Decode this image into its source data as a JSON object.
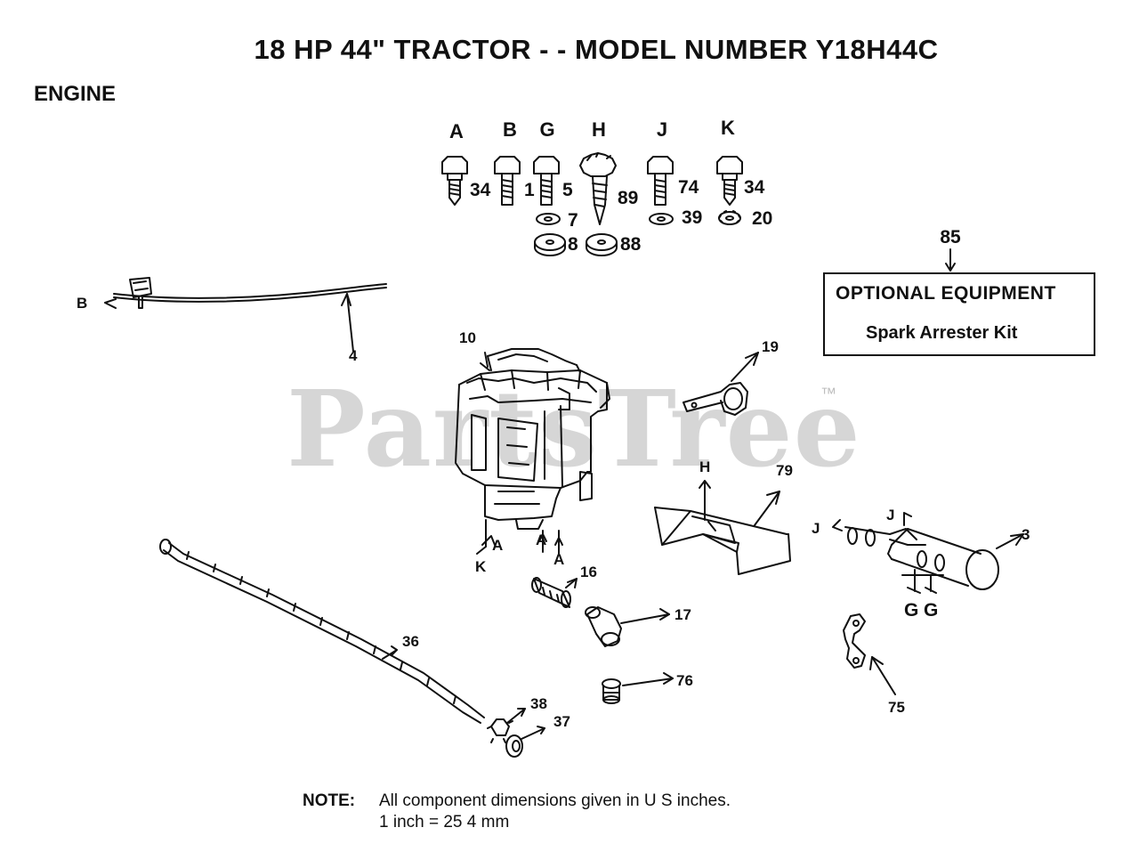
{
  "header": {
    "title": "18 HP 44\" TRACTOR - - MODEL NUMBER Y18H44C",
    "section": "ENGINE"
  },
  "watermark": {
    "text": "PartsTree",
    "tm": "™"
  },
  "optional_equipment": {
    "callout": "85",
    "title": "OPTIONAL EQUIPMENT",
    "item": "Spark Arrester Kit"
  },
  "hardware_letters": [
    "A",
    "B",
    "G",
    "H",
    "J",
    "K"
  ],
  "hardware_numbers": [
    "34",
    "1",
    "5",
    "89",
    "74",
    "34",
    "7",
    "39",
    "20",
    "8",
    "88"
  ],
  "callouts": [
    "B",
    "4",
    "10",
    "19",
    "H",
    "79",
    "J",
    "J",
    "3",
    "G",
    "G",
    "A",
    "A",
    "A",
    "K",
    "16",
    "17",
    "76",
    "36",
    "38",
    "37",
    "75"
  ],
  "note": {
    "label": "NOTE:",
    "line1": "All component dimensions given in U S  inches.",
    "line2": "1 inch = 25 4 mm"
  }
}
